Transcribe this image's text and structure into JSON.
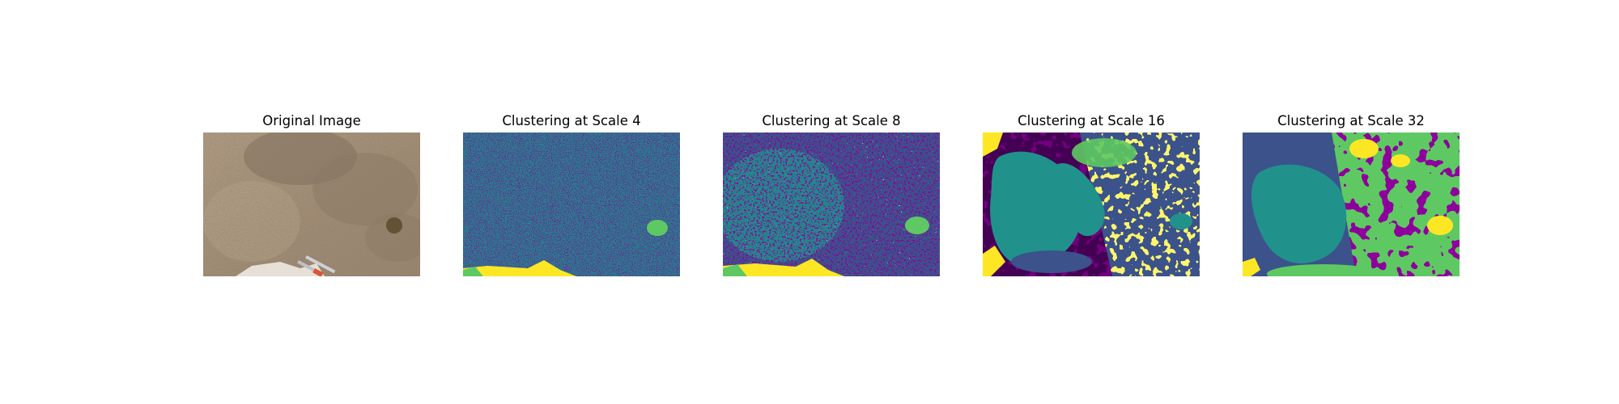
{
  "figure": {
    "panels": [
      {
        "title": "Original Image",
        "kind": "photo"
      },
      {
        "title": "Clustering at Scale 4",
        "kind": "cluster-map"
      },
      {
        "title": "Clustering at Scale 8",
        "kind": "cluster-map"
      },
      {
        "title": "Clustering at Scale 16",
        "kind": "cluster-map"
      },
      {
        "title": "Clustering at Scale 32",
        "kind": "cluster-map"
      }
    ],
    "colormap": [
      "#440154",
      "#3b528b",
      "#21918c",
      "#5ec962",
      "#fde725"
    ],
    "photo_palette": [
      "#b09a80",
      "#c3ae94",
      "#8f7c66",
      "#e8e2da",
      "#d8563a"
    ]
  }
}
